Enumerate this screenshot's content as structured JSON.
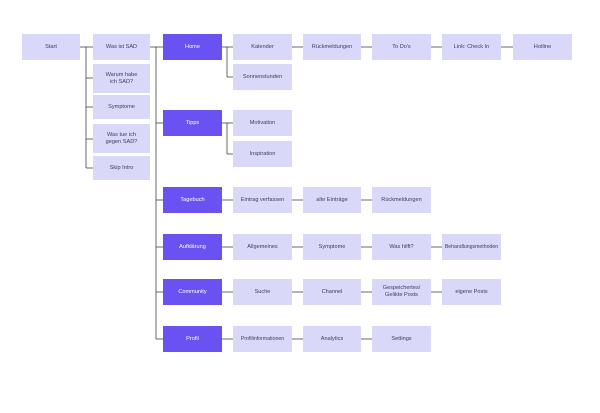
{
  "colors": {
    "light_node": "#d9d8f9",
    "dark_node": "#6a51f1",
    "connector": "#444444"
  },
  "start": {
    "label": "Start"
  },
  "intro": {
    "title": "Was ist SAD",
    "items": [
      "Warum habe\nich SAD?",
      "Symptome",
      "Was tue ich\ngegen SAD?",
      "Skip Intro"
    ]
  },
  "sections": {
    "home": {
      "label": "Home",
      "items": [
        "Kalender",
        "Rückmeldungen",
        "To Do's",
        "Link: Check In",
        "Hotline"
      ],
      "sub": "Sonnenstunden"
    },
    "tipps": {
      "label": "Tipps",
      "items": [
        "Motivation"
      ],
      "sub": "Inspiration"
    },
    "tagebuch": {
      "label": "Tagebuch",
      "items": [
        "Eintrag verfassen",
        "alte Einträge",
        "Rückmeldungen"
      ]
    },
    "aufklaerung": {
      "label": "Aufklärung",
      "items": [
        "Allgemeines",
        "Symptome",
        "Was hilft?",
        "Behandlungsmethoden"
      ]
    },
    "community": {
      "label": "Community",
      "items": [
        "Suche",
        "Channel",
        "Gespeichertes/\nGelikte Posts",
        "eigene Posts"
      ]
    },
    "profil": {
      "label": "Profil",
      "items": [
        "Profilinformationen",
        "Analytics",
        "Settings"
      ]
    }
  }
}
